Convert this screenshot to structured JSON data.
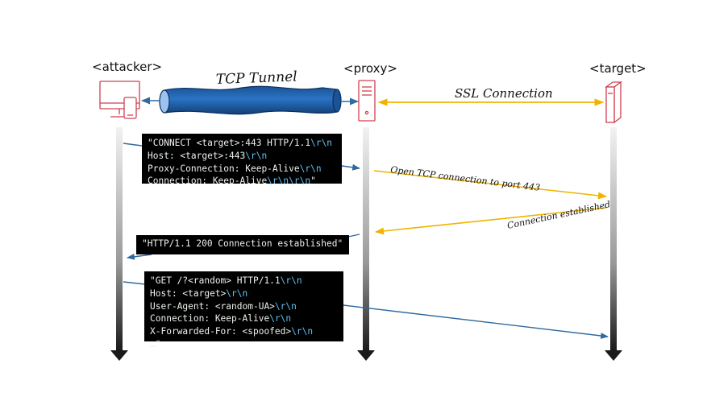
{
  "participants": {
    "attacker": "<attacker>",
    "proxy": "<proxy>",
    "target": "<target>"
  },
  "labels": {
    "tcp_tunnel": "TCP Tunnel",
    "ssl_connection": "SSL Connection",
    "open_tcp": "Open TCP connection to port 443",
    "connection_established": "Connection established"
  },
  "messages": {
    "connect_request": [
      "\"CONNECT <target>:443 HTTP/1.1\\r\\n",
      "Host: <target>:443\\r\\n",
      "Proxy-Connection: Keep-Alive\\r\\n",
      "Connection: Keep-Alive\\r\\n\\r\\n\""
    ],
    "connect_response": [
      "\"HTTP/1.1 200 Connection established\""
    ],
    "get_request": [
      "\"GET /?<random> HTTP/1.1\\r\\n",
      "Host: <target>\\r\\n",
      "User-Agent: <random-UA>\\r\\n",
      "Connection: Keep-Alive\\r\\n",
      "X-Forwarded-For: <spoofed>\\r\\n",
      "…\""
    ]
  },
  "colors": {
    "blue_arrow": "#2f6aa0",
    "yellow_arrow": "#f0b400",
    "device_red": "#d04050",
    "tunnel_blue": "#1e5ea8",
    "escape_cyan": "#5fc1f0"
  },
  "icons": {
    "attacker": "computer-phone-icon",
    "proxy": "server-icon",
    "target": "server-icon"
  }
}
